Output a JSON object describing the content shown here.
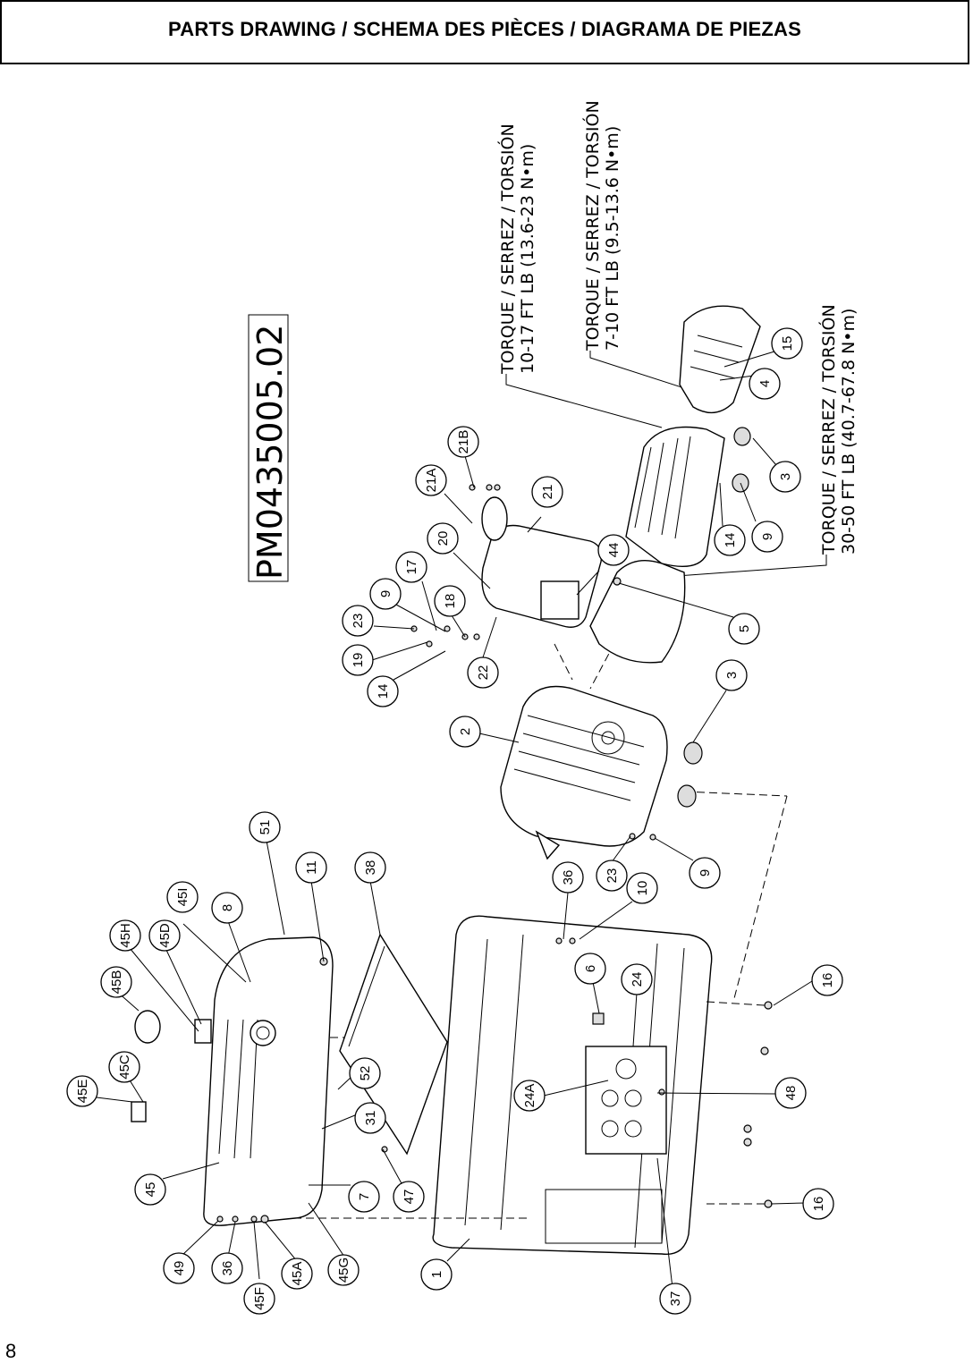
{
  "header": {
    "title": "PARTS DRAWING / SCHEMA DES PIÈCES / DIAGRAMA DE PIEZAS"
  },
  "drawing_id": "PM0435005.02",
  "torque": [
    {
      "line1": "TORQUE / SERREZ / TORSIÓN",
      "line2": "10-17 FT LB (13.6-23 N•m)"
    },
    {
      "line1": "TORQUE / SERREZ / TORSIÓN",
      "line2": "7-10 FT LB (9.5-13.6 N•m)"
    },
    {
      "line1": "TORQUE / SERREZ / TORSIÓN",
      "line2": "30-50 FT LB (40.7-67.8 N•m)"
    }
  ],
  "callouts": [
    "45E",
    "45C",
    "45B",
    "45H",
    "45D",
    "45I",
    "8",
    "51",
    "11",
    "38",
    "45",
    "52",
    "31",
    "7",
    "47",
    "49",
    "36",
    "45F",
    "45A",
    "45G",
    "1",
    "36",
    "10",
    "6",
    "24",
    "24A",
    "23",
    "9",
    "2",
    "3",
    "14",
    "19",
    "23",
    "9",
    "17",
    "18",
    "22",
    "20",
    "21A",
    "21B",
    "21",
    "44",
    "5",
    "14",
    "9",
    "3",
    "4",
    "15",
    "16",
    "48",
    "16",
    "37"
  ],
  "page_number": "8"
}
